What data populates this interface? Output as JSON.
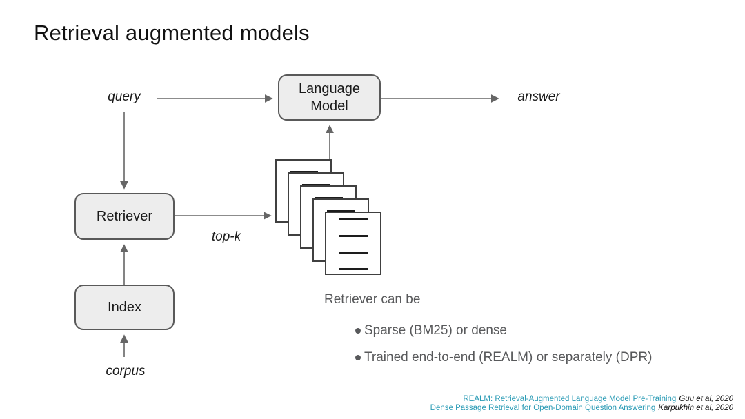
{
  "slide": {
    "title": "Retrieval augmented models"
  },
  "diagram": {
    "nodes": {
      "language_model": "Language\nModel",
      "retriever": "Retriever",
      "index": "Index"
    },
    "labels": {
      "query": "query",
      "answer": "answer",
      "top_k": "top-k",
      "corpus": "corpus"
    },
    "document_stack": {
      "page_count": 5
    }
  },
  "notes": {
    "heading": "Retriever can be",
    "bullets": [
      "Sparse (BM25) or dense",
      "Trained end-to-end (REALM) or separately (DPR)"
    ]
  },
  "references": [
    {
      "link": "REALM: Retrieval-Augmented Language Model Pre-Training",
      "attribution": "Guu et al, 2020"
    },
    {
      "link": "Dense Passage Retrieval for Open-Domain Question Answering",
      "attribution": "Karpukhin et al, 2020"
    }
  ],
  "colors": {
    "link": "#2a9bb5",
    "box_fill": "#ededed",
    "box_border": "#595959",
    "arrow": "#666666",
    "notes_text": "#58595b"
  }
}
